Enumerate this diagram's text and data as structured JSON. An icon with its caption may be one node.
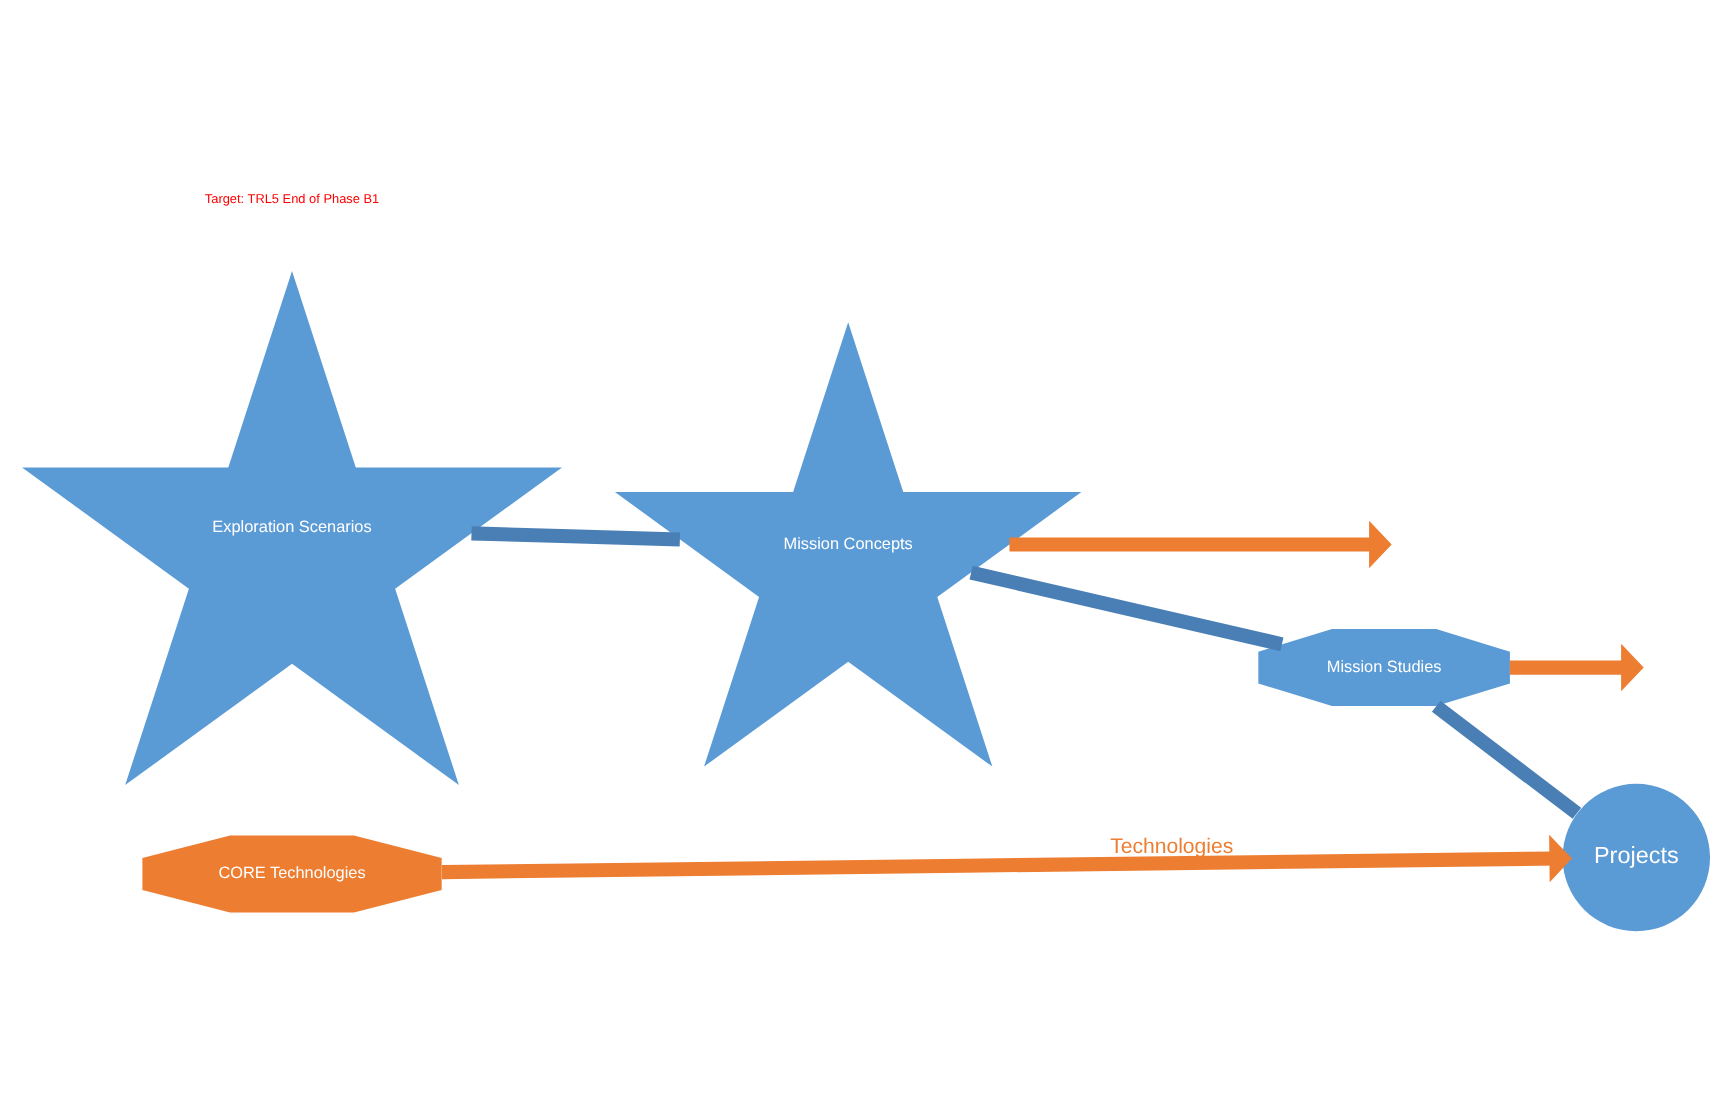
{
  "diagram": {
    "nodes": [
      {
        "text": [
          "Exploration Scenarios"
        ]
      },
      {
        "text": [
          "Mission Concepts"
        ]
      },
      {
        "text": [
          "Mission Studies"
        ]
      },
      {
        "text": [
          "Projects"
        ]
      },
      {
        "text": [
          "CORE Technologies"
        ]
      }
    ],
    "edges": [
      {
        "from": 0,
        "to": 1,
        "arrow": "none"
      },
      {
        "from": 1,
        "to": 2,
        "arrow": "none"
      },
      {
        "from": 2,
        "to": 3,
        "arrow": "none"
      },
      {
        "from": 1,
        "to": null,
        "arrow": "to",
        "color": "#ed7d31"
      },
      {
        "from": 2,
        "to": null,
        "arrow": "to",
        "color": "#ed7d31"
      },
      {
        "from": 4,
        "to": 3,
        "arrow": "to",
        "color": "#ed7d31",
        "label": "Technologies"
      }
    ],
    "labels": [
      "Target: TRL5 End of Phase B1"
    ]
  }
}
